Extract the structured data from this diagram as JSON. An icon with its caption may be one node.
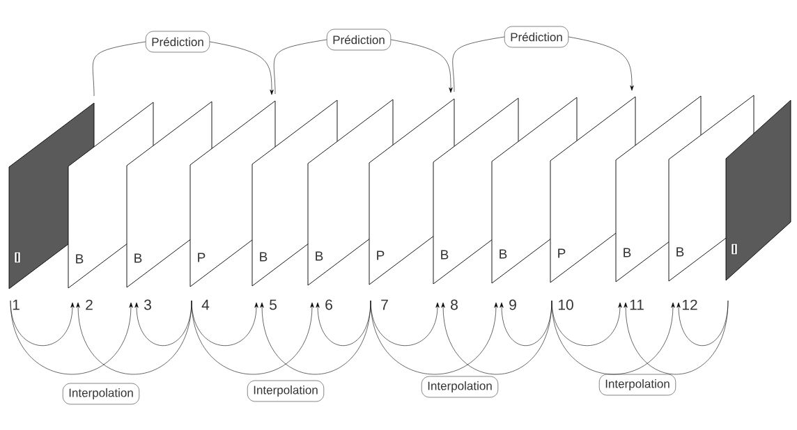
{
  "diagram": {
    "nodes": [
      {
        "text": [
          "I"
        ],
        "beside": [
          "1"
        ]
      },
      {
        "text": [
          "B"
        ],
        "beside": [
          "2"
        ]
      },
      {
        "text": [
          "B"
        ],
        "beside": [
          "3"
        ]
      },
      {
        "text": [
          "P"
        ],
        "beside": [
          "4"
        ]
      },
      {
        "text": [
          "B"
        ],
        "beside": [
          "5"
        ]
      },
      {
        "text": [
          "B"
        ],
        "beside": [
          "6"
        ]
      },
      {
        "text": [
          "P"
        ],
        "beside": [
          "7"
        ]
      },
      {
        "text": [
          "B"
        ],
        "beside": [
          "8"
        ]
      },
      {
        "text": [
          "B"
        ],
        "beside": [
          "9"
        ]
      },
      {
        "text": [
          "P"
        ],
        "beside": [
          "10"
        ]
      },
      {
        "text": [
          "B"
        ],
        "beside": [
          "11"
        ]
      },
      {
        "text": [
          "B"
        ],
        "beside": [
          "12"
        ]
      },
      {
        "text": [
          "I"
        ]
      },
      {
        "text": [
          "Prédiction"
        ]
      },
      {
        "text": [
          "Prédiction"
        ]
      },
      {
        "text": [
          "Prédiction"
        ]
      },
      {
        "text": [
          "Interpolation"
        ]
      },
      {
        "text": [
          "Interpolation"
        ]
      },
      {
        "text": [
          "Interpolation"
        ]
      },
      {
        "text": [
          "Interpolation"
        ]
      }
    ],
    "edges": [
      {
        "from": 0,
        "to": 13,
        "arrow": "none"
      },
      {
        "from": 13,
        "to": 3,
        "arrow": "to"
      },
      {
        "from": 3,
        "to": 14,
        "arrow": "none"
      },
      {
        "from": 14,
        "to": 6,
        "arrow": "to"
      },
      {
        "from": 6,
        "to": 15,
        "arrow": "none"
      },
      {
        "from": 15,
        "to": 9,
        "arrow": "to"
      },
      {
        "from": 0,
        "to": 1,
        "arrow": "to"
      },
      {
        "from": 0,
        "to": 2,
        "arrow": "to"
      },
      {
        "from": 3,
        "to": 1,
        "arrow": "to"
      },
      {
        "from": 3,
        "to": 2,
        "arrow": "to"
      },
      {
        "from": 3,
        "to": 4,
        "arrow": "to"
      },
      {
        "from": 3,
        "to": 5,
        "arrow": "to"
      },
      {
        "from": 6,
        "to": 4,
        "arrow": "to"
      },
      {
        "from": 6,
        "to": 5,
        "arrow": "to"
      },
      {
        "from": 6,
        "to": 7,
        "arrow": "to"
      },
      {
        "from": 6,
        "to": 8,
        "arrow": "to"
      },
      {
        "from": 9,
        "to": 7,
        "arrow": "to"
      },
      {
        "from": 9,
        "to": 8,
        "arrow": "to"
      },
      {
        "from": 9,
        "to": 10,
        "arrow": "to"
      },
      {
        "from": 9,
        "to": 11,
        "arrow": "to"
      },
      {
        "from": 12,
        "to": 10,
        "arrow": "to"
      },
      {
        "from": 12,
        "to": 11,
        "arrow": "to"
      }
    ]
  }
}
